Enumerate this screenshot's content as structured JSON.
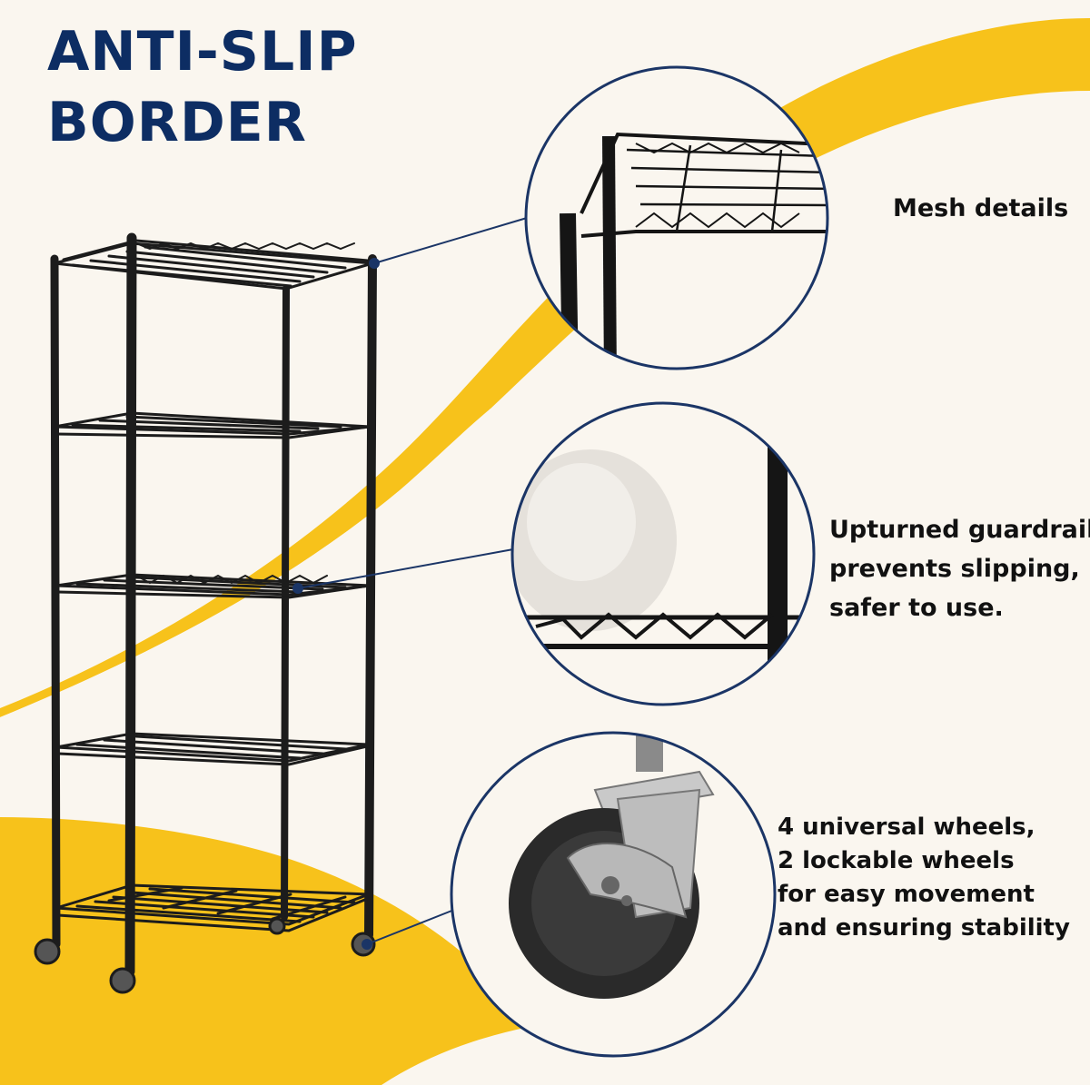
{
  "title": {
    "line1": "ANTI-SLIP",
    "line2": "BORDER"
  },
  "features": [
    {
      "name": "mesh-details",
      "lines": [
        "Mesh details"
      ]
    },
    {
      "name": "guardrail",
      "lines": [
        "Upturned guardrail",
        "prevents slipping,",
        "safer to use."
      ]
    },
    {
      "name": "wheels",
      "lines": [
        "4 universal wheels,",
        "2 lockable wheels",
        "for easy movement",
        "and ensuring stability"
      ]
    }
  ],
  "colors": {
    "background": "#faf6ef",
    "accent_yellow": "#f7c21b",
    "title_navy": "#0d2d63",
    "callout_navy": "#1b3566",
    "shelf_black": "#1c1c1c"
  },
  "product": {
    "type": "5-tier wire shelving unit",
    "tiers": 5,
    "casters": 4
  }
}
